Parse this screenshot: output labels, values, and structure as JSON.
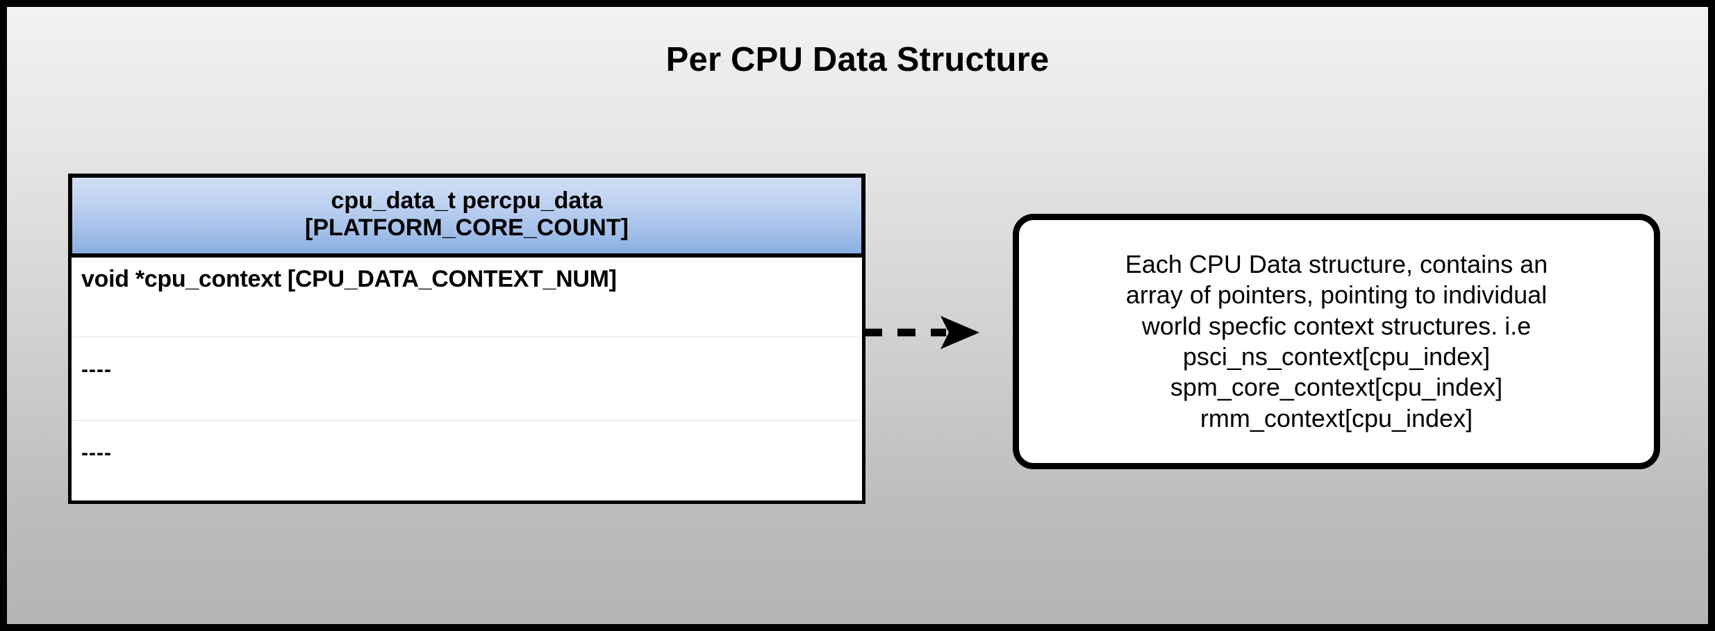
{
  "diagram": {
    "title": "Per CPU Data Structure",
    "background": {
      "gradient_top": "#f2f2f2",
      "gradient_bottom": "#b4b4b4",
      "border_color": "#000000"
    }
  },
  "struct_table": {
    "header": {
      "lines": [
        "cpu_data_t percpu_data",
        "[PLATFORM_CORE_COUNT]"
      ],
      "gradient_top": "#cfddf4",
      "gradient_bottom": "#89aee3",
      "border_color": "#000000"
    },
    "rows": [
      {
        "label": "void *cpu_context [CPU_DATA_CONTEXT_NUM]"
      },
      {
        "label": "----"
      },
      {
        "label": "----"
      }
    ]
  },
  "connector": {
    "style": "dashed",
    "arrowhead": "filled-triangle",
    "color": "#000000",
    "from": "struct_table.rows.0",
    "to": "callout"
  },
  "callout": {
    "lines": [
      "Each CPU Data structure, contains an",
      "array of pointers, pointing to individual",
      "world specfic context structures. i.e",
      "psci_ns_context[cpu_index]",
      "spm_core_context[cpu_index]",
      "rmm_context[cpu_index]"
    ],
    "border_color": "#000000",
    "background": "#ffffff"
  }
}
